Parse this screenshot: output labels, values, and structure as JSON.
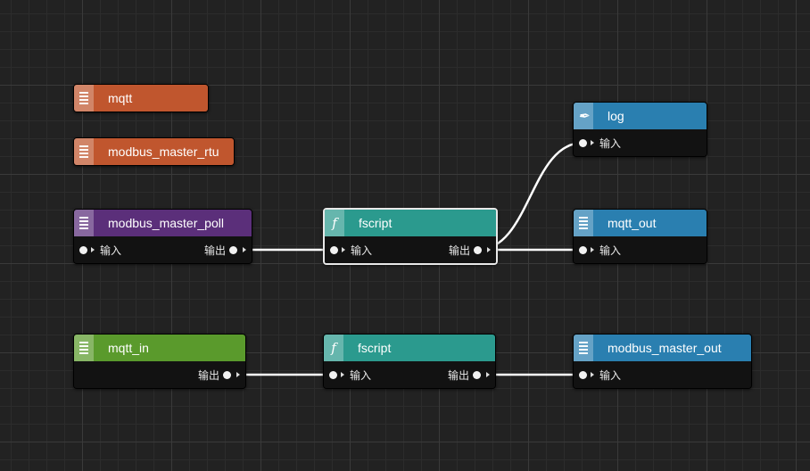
{
  "colors": {
    "orange": "#c0562e",
    "purple": "#5b2f7a",
    "teal": "#2b9a8e",
    "blue": "#2a7fb0",
    "green": "#5a9a2c",
    "canvas": "#222222",
    "wire": "#ffffff"
  },
  "port_labels": {
    "input": "输入",
    "output": "输出"
  },
  "nodes": {
    "mqtt": {
      "title": "mqtt",
      "icon": "list-icon"
    },
    "modbus_master_rtu": {
      "title": "modbus_master_rtu",
      "icon": "list-icon"
    },
    "modbus_master_poll": {
      "title": "modbus_master_poll",
      "icon": "list-icon"
    },
    "fscript_1": {
      "title": "fscript",
      "icon": "function-icon",
      "selected": true
    },
    "log": {
      "title": "log",
      "icon": "feather-icon"
    },
    "mqtt_out": {
      "title": "mqtt_out",
      "icon": "list-icon"
    },
    "mqtt_in": {
      "title": "mqtt_in",
      "icon": "list-icon"
    },
    "fscript_2": {
      "title": "fscript",
      "icon": "function-icon"
    },
    "modbus_master_out": {
      "title": "modbus_master_out",
      "icon": "list-icon"
    }
  },
  "connections": [
    {
      "from": "modbus_master_poll",
      "to": "fscript_1"
    },
    {
      "from": "fscript_1",
      "to": "log"
    },
    {
      "from": "fscript_1",
      "to": "mqtt_out"
    },
    {
      "from": "mqtt_in",
      "to": "fscript_2"
    },
    {
      "from": "fscript_2",
      "to": "modbus_master_out"
    }
  ]
}
